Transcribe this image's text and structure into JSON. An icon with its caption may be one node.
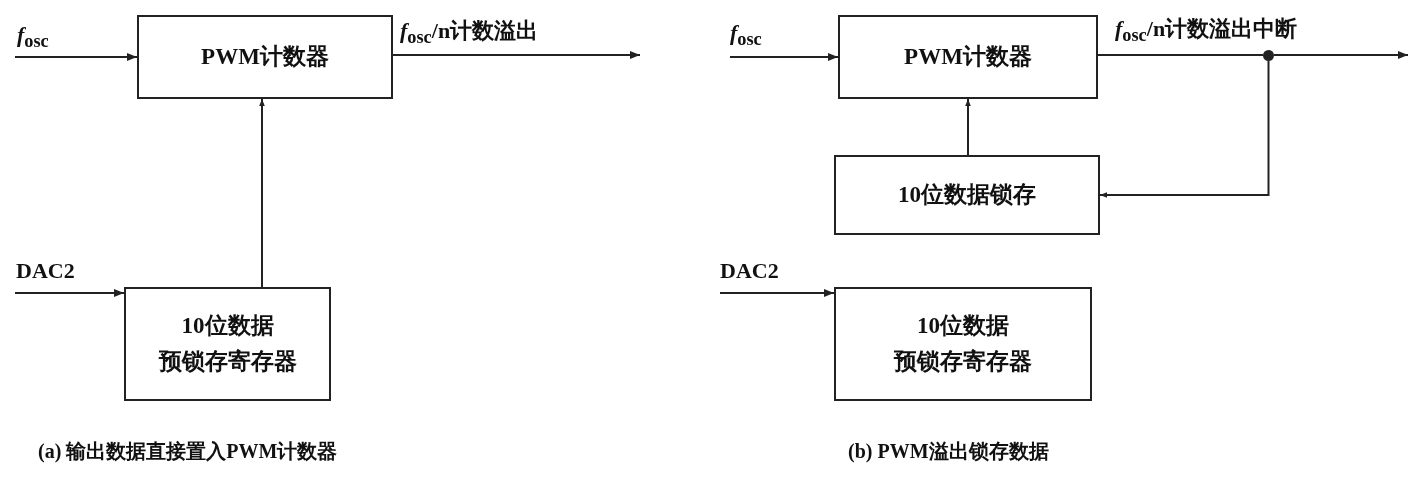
{
  "diagram": {
    "nodes": [
      {
        "text": [
          "PWM计数器"
        ]
      },
      {
        "text": [
          "10位数据预锁存寄存器"
        ]
      },
      {
        "text": [
          "PWM计数器"
        ]
      },
      {
        "text": [
          "10位数据锁存"
        ]
      },
      {
        "text": [
          "10位数据预锁存寄存器"
        ]
      },
      {
        "text": [],
        "shape": "circle"
      }
    ],
    "edges": [
      {
        "from": null,
        "to": 0,
        "arrow": "to",
        "label": "*f*$_{osc}$"
      },
      {
        "from": 0,
        "to": null,
        "arrow": "to",
        "label": "*f*$_{osc}$/n计数溢出"
      },
      {
        "from": 1,
        "to": 0,
        "arrow": "to"
      },
      {
        "from": null,
        "to": 1,
        "arrow": "to",
        "label": "DAC2"
      },
      {
        "from": null,
        "to": 2,
        "arrow": "to",
        "label": "*f*$_{osc}$"
      },
      {
        "from": 2,
        "to": 5,
        "arrow": "none",
        "label": "*f*$_{osc}$/n计数溢出中断"
      },
      {
        "from": 5,
        "to": null,
        "arrow": "to"
      },
      {
        "from": 5,
        "to": 3,
        "arrow": "to"
      },
      {
        "from": 3,
        "to": 2,
        "arrow": "to"
      },
      {
        "from": null,
        "to": 4,
        "arrow": "to",
        "label": "DAC2"
      }
    ],
    "labels": [
      "(a) 输出数据直接置入PWM计数器",
      "(b) PWM溢出锁存数据"
    ]
  }
}
